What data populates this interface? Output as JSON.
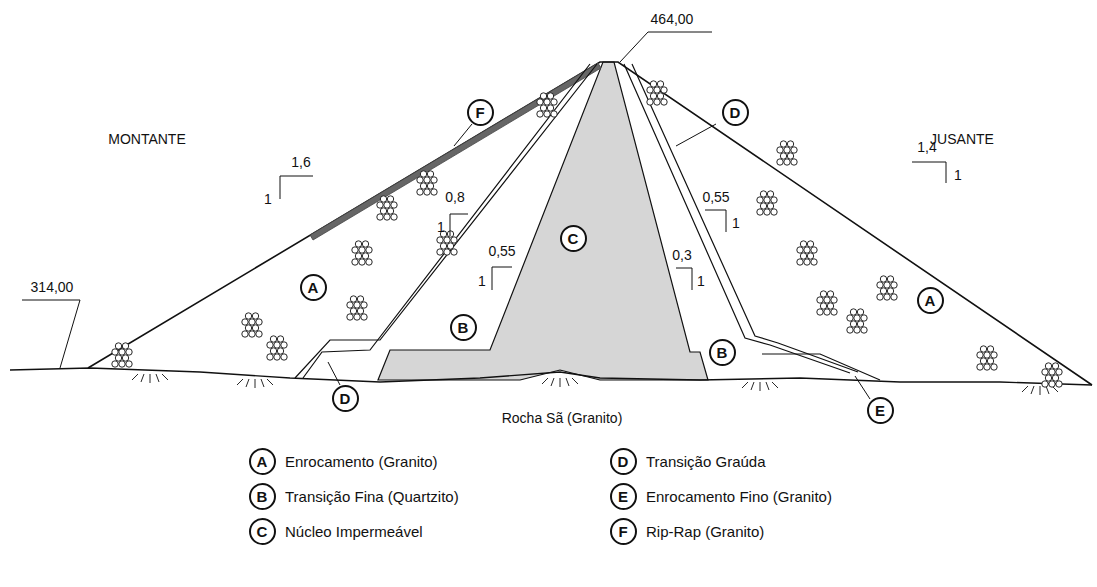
{
  "diagram": {
    "nodes": [
      {
        "text": [
          "D"
        ]
      },
      {
        "text": [
          "F"
        ]
      },
      {
        "text": [
          "C"
        ]
      },
      {
        "text": [
          "A"
        ]
      },
      {
        "text": [
          "A"
        ]
      },
      {
        "text": [
          "B"
        ]
      },
      {
        "text": [
          "B"
        ]
      },
      {
        "text": [
          "D"
        ]
      },
      {
        "text": [
          "E"
        ]
      },
      {
        "text": [
          "A"
        ]
      },
      {
        "text": [
          "D"
        ]
      },
      {
        "text": [
          "B"
        ]
      },
      {
        "text": [
          "E"
        ]
      },
      {
        "text": [
          "C"
        ]
      },
      {
        "text": [
          "F"
        ]
      }
    ],
    "labels": [
      "464,00",
      "MONTANTE",
      "JUSANTE",
      "1,6",
      "1",
      "0,8",
      "1",
      "0,55",
      "1",
      "0,3",
      "1",
      "0,55",
      "1",
      "1,4",
      "1",
      "314,00",
      "Rocha Sã (Granito)"
    ],
    "legend": [
      {
        "text": "Enrocamento (Granito)"
      },
      {
        "text": "Transição Graúda"
      },
      {
        "text": "Transição Fina (Quartzito)"
      },
      {
        "text": "Enrocamento Fino (Granito)"
      },
      {
        "text": "Núcleo Impermeável"
      },
      {
        "text": "Rip-Rap (Granito)"
      }
    ]
  }
}
